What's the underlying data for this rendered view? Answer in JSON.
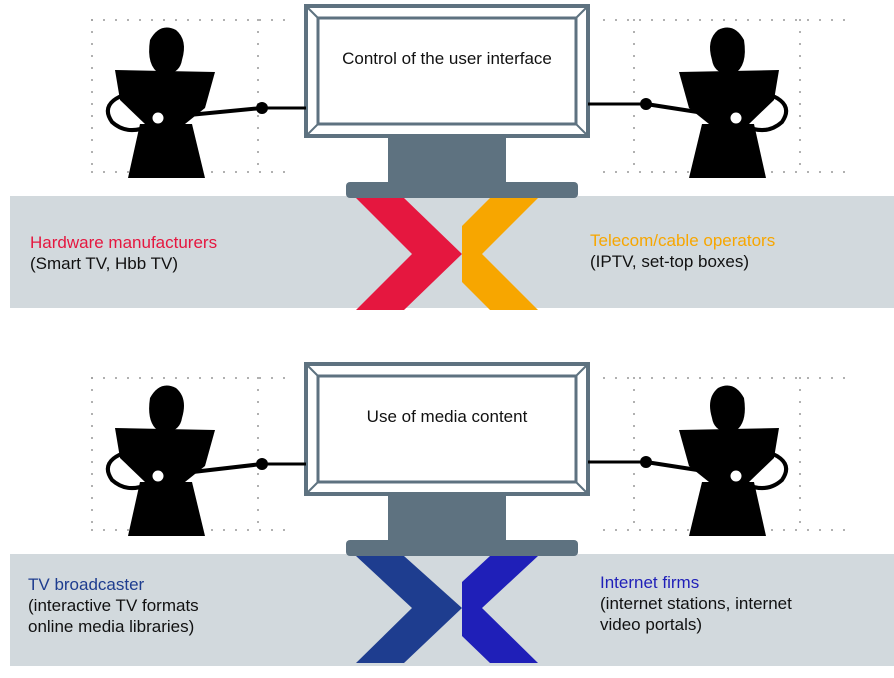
{
  "colors": {
    "band": "#d2d9dd",
    "stand": "#5e7280",
    "red": "#e5173f",
    "orange": "#f7a600",
    "blue_left": "#1e3d8f",
    "blue_right": "#1f1fb8"
  },
  "scenes": [
    {
      "screen_text": "Control of the user interface",
      "left": {
        "title": "Hardware manufacturers",
        "detail": "(Smart TV, Hbb TV)",
        "title_color": "#e5173f"
      },
      "right": {
        "title": "Telecom/cable operators",
        "detail": "(IPTV, set-top boxes)",
        "title_color": "#f7a600"
      }
    },
    {
      "screen_text": "Use of media content",
      "left": {
        "title": "TV broadcaster",
        "detail": "(interactive TV formats\nonline media libraries)",
        "title_color": "#1e3d8f"
      },
      "right": {
        "title": "Internet firms",
        "detail": "(internet stations, internet\nvideo portals)",
        "title_color": "#1f1fb8"
      }
    }
  ]
}
